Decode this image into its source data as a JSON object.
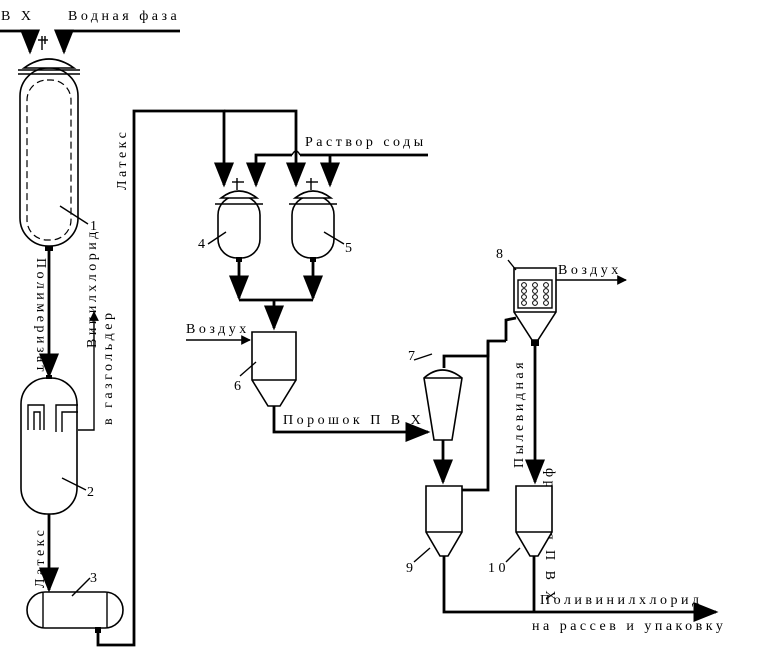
{
  "streams": {
    "vinyl_chloride": "В Х",
    "water_phase": "Водная фаза",
    "soda_solution": "Раствор соды",
    "latex_top": "Латекс",
    "polymerizate": "Полимеризат",
    "vc_to_gasholder_line1": "Винилхлорид",
    "vc_to_gasholder_line2": "в газгольдер",
    "latex_side": "Латекс",
    "air_dryer": "Воздух",
    "air_cyclone": "Воздух",
    "pvc_powder": "Порошок П В Х",
    "dust_fraction_line1": "Пылевидная",
    "dust_fraction_line2": "фракция П В Х",
    "product_line1": "Поливинилхлорид",
    "product_line2": "на рассев и упаковку"
  },
  "equipment_numbers": {
    "n1": "1",
    "n2": "2",
    "n3": "3",
    "n4": "4",
    "n5": "5",
    "n6": "6",
    "n7": "7",
    "n8": "8",
    "n9": "9",
    "n10": "1 0"
  }
}
